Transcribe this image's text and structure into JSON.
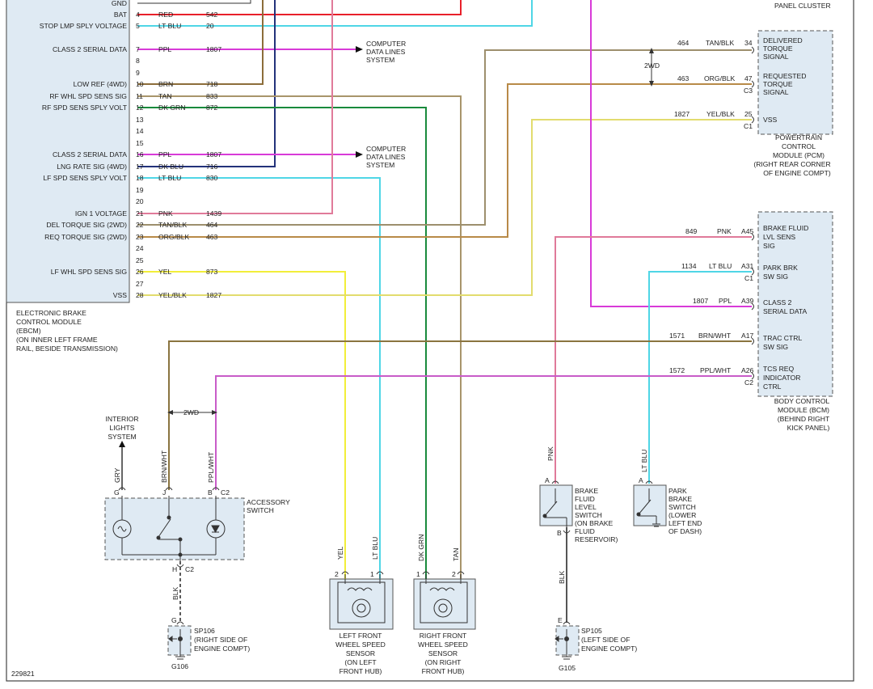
{
  "colors": {
    "red": "#e8202a",
    "ltblu": "#4fd6e6",
    "ppl": "#d83ad8",
    "brn": "#8c6d3a",
    "tan": "#a8956b",
    "dkgrn": "#198a3c",
    "dkblu": "#23327a",
    "pnk": "#e07a9a",
    "tanblk": "#9d8f6d",
    "orgblk": "#b88a48",
    "yel": "#f2ee3a",
    "yelblk": "#e2dc6e",
    "brnwht": "#8a7440",
    "pplwht": "#c85cc8",
    "blk": "#555555",
    "gry": "#666666",
    "module_fill": "#dfeaf3"
  },
  "ebcm": {
    "label_lines": [
      "ELECTRONIC BRAKE",
      "CONTROL MODULE",
      "(EBCM)",
      "(ON INNER LEFT FRAME",
      "RAIL, BESIDE TRANSMISSION)"
    ],
    "pins": [
      {
        "pin": "",
        "name": "GND",
        "color": "",
        "circuit": ""
      },
      {
        "pin": "4",
        "name": "BAT",
        "color": "RED",
        "circuit": "542"
      },
      {
        "pin": "5",
        "name": "STOP LMP SPLY VOLTAGE",
        "color": "LT BLU",
        "circuit": "20"
      },
      {
        "pin": "7",
        "name": "CLASS 2 SERIAL DATA",
        "color": "PPL",
        "circuit": "1807"
      },
      {
        "pin": "8",
        "name": "",
        "color": "",
        "circuit": ""
      },
      {
        "pin": "9",
        "name": "",
        "color": "",
        "circuit": ""
      },
      {
        "pin": "10",
        "name": "LOW REF (4WD)",
        "color": "BRN",
        "circuit": "718"
      },
      {
        "pin": "11",
        "name": "RF WHL SPD SENS SIG",
        "color": "TAN",
        "circuit": "833"
      },
      {
        "pin": "12",
        "name": "RF SPD SENS SPLY VOLT",
        "color": "DK GRN",
        "circuit": "872"
      },
      {
        "pin": "13",
        "name": "",
        "color": "",
        "circuit": ""
      },
      {
        "pin": "14",
        "name": "",
        "color": "",
        "circuit": ""
      },
      {
        "pin": "15",
        "name": "",
        "color": "",
        "circuit": ""
      },
      {
        "pin": "16",
        "name": "CLASS 2 SERIAL DATA",
        "color": "PPL",
        "circuit": "1807"
      },
      {
        "pin": "17",
        "name": "LNG RATE SIG (4WD)",
        "color": "DK BLU",
        "circuit": "716"
      },
      {
        "pin": "18",
        "name": "LF SPD SENS SPLY VOLT",
        "color": "LT BLU",
        "circuit": "830"
      },
      {
        "pin": "19",
        "name": "",
        "color": "",
        "circuit": ""
      },
      {
        "pin": "20",
        "name": "",
        "color": "",
        "circuit": ""
      },
      {
        "pin": "21",
        "name": "IGN 1 VOLTAGE",
        "color": "PNK",
        "circuit": "1439"
      },
      {
        "pin": "22",
        "name": "DEL TORQUE SIG (2WD)",
        "color": "TAN/BLK",
        "circuit": "464"
      },
      {
        "pin": "23",
        "name": "REQ TORQUE SIG (2WD)",
        "color": "ORG/BLK",
        "circuit": "463"
      },
      {
        "pin": "24",
        "name": "",
        "color": "",
        "circuit": ""
      },
      {
        "pin": "25",
        "name": "",
        "color": "",
        "circuit": ""
      },
      {
        "pin": "26",
        "name": "LF WHL SPD SENS SIG",
        "color": "YEL",
        "circuit": "873"
      },
      {
        "pin": "27",
        "name": "",
        "color": "",
        "circuit": ""
      },
      {
        "pin": "28",
        "name": "VSS",
        "color": "YEL/BLK",
        "circuit": "1827"
      }
    ]
  },
  "computer_data": [
    "COMPUTER",
    "DATA LINES",
    "SYSTEM"
  ],
  "panel_cluster": "PANEL CLUSTER",
  "pcm": {
    "label_lines": [
      "POWERTRAIN",
      "CONTROL",
      "MODULE (PCM)",
      "(RIGHT REAR CORNER",
      "OF ENGINE COMPT)"
    ],
    "pins": [
      {
        "circuit": "464",
        "color": "TAN/BLK",
        "pin": "34",
        "conn": "",
        "name_lines": [
          "DELIVERED",
          "TORQUE",
          "SIGNAL"
        ]
      },
      {
        "circuit": "463",
        "color": "ORG/BLK",
        "pin": "47",
        "conn": "C3",
        "name_lines": [
          "REQUESTED",
          "TORQUE",
          "SIGNAL"
        ]
      },
      {
        "circuit": "1827",
        "color": "YEL/BLK",
        "pin": "25",
        "conn": "C1",
        "name_lines": [
          "VSS"
        ]
      }
    ],
    "note_2wd": "2WD"
  },
  "bcm": {
    "label_lines": [
      "BODY CONTROL",
      "MODULE (BCM)",
      "(BEHIND RIGHT",
      "KICK PANEL)"
    ],
    "pins": [
      {
        "circuit": "849",
        "color": "PNK",
        "pin": "A45",
        "conn": "",
        "name_lines": [
          "BRAKE FLUID",
          "LVL SENS",
          "SIG"
        ]
      },
      {
        "circuit": "1134",
        "color": "LT BLU",
        "pin": "A31",
        "conn": "C1",
        "name_lines": [
          "PARK BRK",
          "SW SIG"
        ]
      },
      {
        "circuit": "1807",
        "color": "PPL",
        "pin": "A39",
        "conn": "",
        "name_lines": [
          "CLASS 2",
          "SERIAL DATA"
        ]
      },
      {
        "circuit": "1571",
        "color": "BRN/WHT",
        "pin": "A17",
        "conn": "",
        "name_lines": [
          "TRAC CTRL",
          "SW SIG"
        ]
      },
      {
        "circuit": "1572",
        "color": "PPL/WHT",
        "pin": "A26",
        "conn": "C2",
        "name_lines": [
          "TCS REQ",
          "INDICATOR",
          "CTRL"
        ]
      }
    ]
  },
  "accessory": {
    "label_lines": [
      "ACCESSORY",
      "SWITCH"
    ],
    "interior_lines": [
      "INTERIOR",
      "LIGHTS",
      "SYSTEM"
    ],
    "pins": [
      {
        "pin": "G",
        "color": "GRY"
      },
      {
        "pin": "J",
        "color": "BRN/WHT"
      },
      {
        "pin": "B",
        "color": "PPL/WHT"
      }
    ],
    "conn_top": "C2",
    "pin_h": "H",
    "conn_bottom": "C2",
    "note_2wd": "2WD",
    "gnd_wire": "BLK",
    "gnd_pin": "G",
    "splice": "SP106",
    "splice_lines": [
      "(RIGHT SIDE OF",
      "ENGINE COMPT)"
    ],
    "ground": "G106"
  },
  "lf_sensor": {
    "label_lines": [
      "LEFT FRONT",
      "WHEEL SPEED",
      "SENSOR",
      "(ON LEFT",
      "FRONT HUB)"
    ],
    "wires": [
      {
        "pin": "2",
        "color": "YEL"
      },
      {
        "pin": "1",
        "color": "LT BLU"
      }
    ]
  },
  "rf_sensor": {
    "label_lines": [
      "RIGHT FRONT",
      "WHEEL SPEED",
      "SENSOR",
      "(ON RIGHT",
      "FRONT HUB)"
    ],
    "wires": [
      {
        "pin": "1",
        "color": "DK GRN"
      },
      {
        "pin": "2",
        "color": "TAN"
      }
    ]
  },
  "brake_fluid": {
    "label_lines": [
      "BRAKE",
      "FLUID",
      "LEVEL",
      "SWITCH",
      "(ON BRAKE",
      "FLUID",
      "RESERVOIR)"
    ],
    "pin_a": "A",
    "pin_b": "B",
    "wire_top": "PNK",
    "wire_bottom": "BLK",
    "gnd_pin": "E",
    "splice": "SP105",
    "splice_lines": [
      "(LEFT SIDE OF",
      "ENGINE COMPT)"
    ],
    "ground": "G105"
  },
  "park_brake": {
    "label_lines": [
      "PARK",
      "BRAKE",
      "SWITCH",
      "(LOWER",
      "LEFT END",
      "OF DASH)"
    ],
    "pin_a": "A",
    "wire_top": "LT BLU"
  },
  "diagram_id": "229821"
}
